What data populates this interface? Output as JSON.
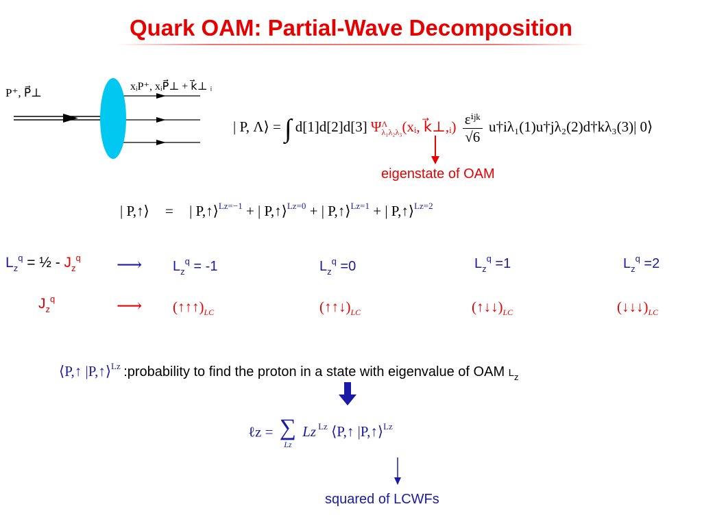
{
  "title": "Quark OAM: Partial-Wave Decomposition",
  "diagram": {
    "in_label": "P⁺, P⃗⊥",
    "out_label": "xᵢP⁺, xᵢP⃗⊥ + k⃗⊥ ᵢ"
  },
  "state_eq": {
    "lhs": "| P, Λ⟩ =",
    "integral": "∫",
    "measure": "d[1]d[2]d[3]",
    "wavefn": "Ψ",
    "wavefn_sup": "Λ",
    "wavefn_sub": "λ₁λ₂λ₃",
    "wavefn_args": "(xᵢ, k⃗⊥,ᵢ)",
    "frac_num": "εⁱʲᵏ",
    "frac_den": "√6",
    "ops": "u†iλ₁(1)u†jλ₂(2)d†kλ₃(3)| 0⟩"
  },
  "annotation_oam": "eigenstate of OAM",
  "decomp_eq": {
    "lhs": "| P,↑⟩",
    "eq": "=",
    "terms": [
      {
        "base": "| P,↑⟩",
        "sup": "Lz=−1"
      },
      {
        "base": "+ | P,↑⟩",
        "sup": "Lz=0"
      },
      {
        "base": "+ | P,↑⟩",
        "sup": "Lz=1"
      },
      {
        "base": "+ | P,↑⟩",
        "sup": "Lz=2"
      }
    ]
  },
  "rule_left": {
    "L": "L",
    "L_sub": "z",
    "L_sup": "q",
    "eq": " = ½ - ",
    "J": "J",
    "J_sub": "z",
    "J_sup": "q"
  },
  "jz_label": {
    "J": "J",
    "sub": "z",
    "sup": "q"
  },
  "arrow_glyph": "⟶",
  "lz_values": [
    {
      "L": "L",
      "sub": "z",
      "sup": "q",
      "val": " = -1"
    },
    {
      "L": "L",
      "sub": "z",
      "sup": "q",
      "val": " =0"
    },
    {
      "L": "L",
      "sub": "z",
      "sup": "q",
      "val": " =1"
    },
    {
      "L": "L",
      "sub": "z",
      "sup": "q",
      "val": " =2"
    }
  ],
  "helicity": [
    {
      "spins": "(↑↑↑)",
      "sub": "LC"
    },
    {
      "spins": "(↑↑↓)",
      "sub": "LC"
    },
    {
      "spins": "(↑↓↓)",
      "sub": "LC"
    },
    {
      "spins": "(↓↓↓)",
      "sub": "LC"
    }
  ],
  "prob": {
    "math": "⟨P,↑ |P,↑⟩",
    "math_sup": "Lz",
    "text": ":probability to find the proton in a state with eigenvalue of OAM ",
    "L": "L",
    "L_sub": "z"
  },
  "sum_eq": {
    "lhs": "ℓz =",
    "sum": "∑",
    "sum_sub": "Lz",
    "term": "Lz",
    "term_sup": "Lz",
    "bra": "⟨P,↑ |P,↑⟩",
    "bra_sup": "Lz"
  },
  "annotation_lcwf": "squared of LCWFs",
  "colors": {
    "red": "#e60000",
    "blue": "#1a1aa6",
    "ellipse": "#00c8f0"
  }
}
